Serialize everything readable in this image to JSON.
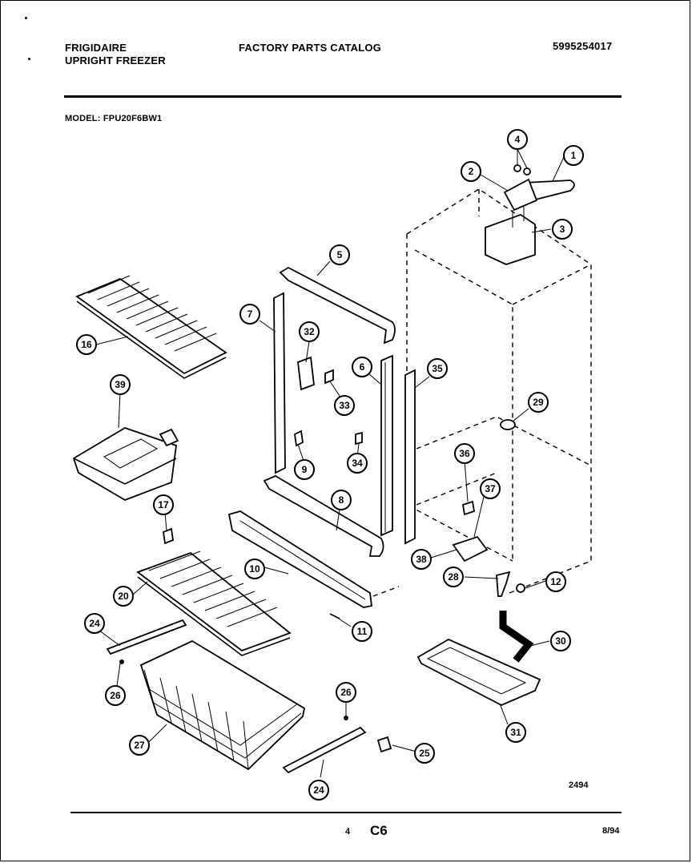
{
  "header": {
    "brand_line1": "FRIGIDAIRE",
    "brand_line2": "UPRIGHT FREEZER",
    "catalog_title": "FACTORY PARTS CATALOG",
    "part_number": "5995254017",
    "model_label": "MODEL:",
    "model_value": "FPU20F6BW1"
  },
  "diagram": {
    "drawing_number": "2494",
    "callouts": [
      "1",
      "2",
      "3",
      "4",
      "5",
      "6",
      "7",
      "8",
      "9",
      "10",
      "11",
      "12",
      "16",
      "17",
      "20",
      "24",
      "24",
      "25",
      "26",
      "26",
      "27",
      "28",
      "29",
      "30",
      "31",
      "32",
      "33",
      "34",
      "35",
      "36",
      "37",
      "38",
      "39"
    ]
  },
  "footer": {
    "page": "4",
    "section_code": "C6",
    "date": "8/94"
  }
}
